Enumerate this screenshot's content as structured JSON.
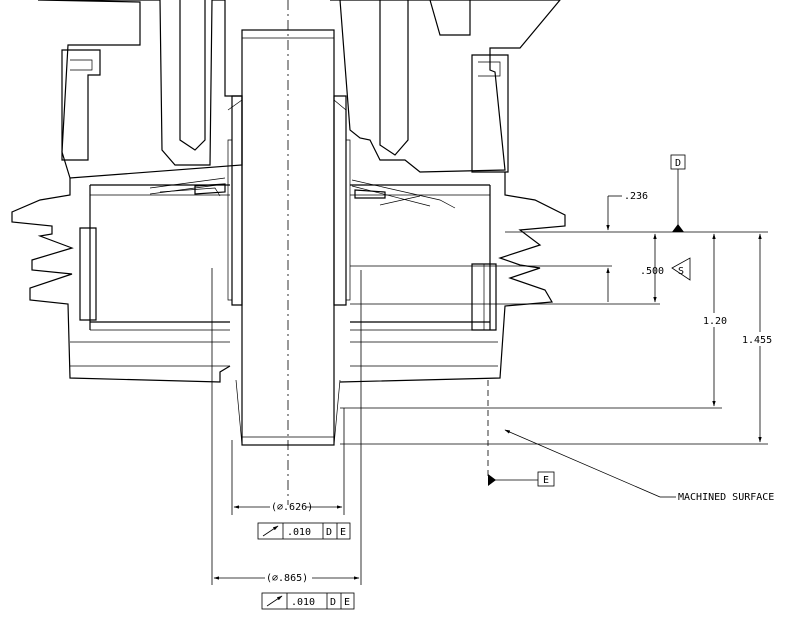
{
  "dimensions": {
    "dim_236": ".236",
    "dim_500": ".500",
    "dim_120": "1.20",
    "dim_1455": "1.455",
    "dia_626": "(∅.626)",
    "dia_865": "(∅.865)"
  },
  "datums": {
    "d": "D",
    "e": "E"
  },
  "symbols": {
    "surface_finish": "S"
  },
  "fcf_626": {
    "symbol": "runout-icon",
    "tolerance": ".010",
    "datum1": "D",
    "datum2": "E"
  },
  "fcf_865": {
    "symbol": "runout-icon",
    "tolerance": ".010",
    "datum1": "D",
    "datum2": "E"
  },
  "notes": {
    "machined_surface": "MACHINED SURFACE"
  }
}
